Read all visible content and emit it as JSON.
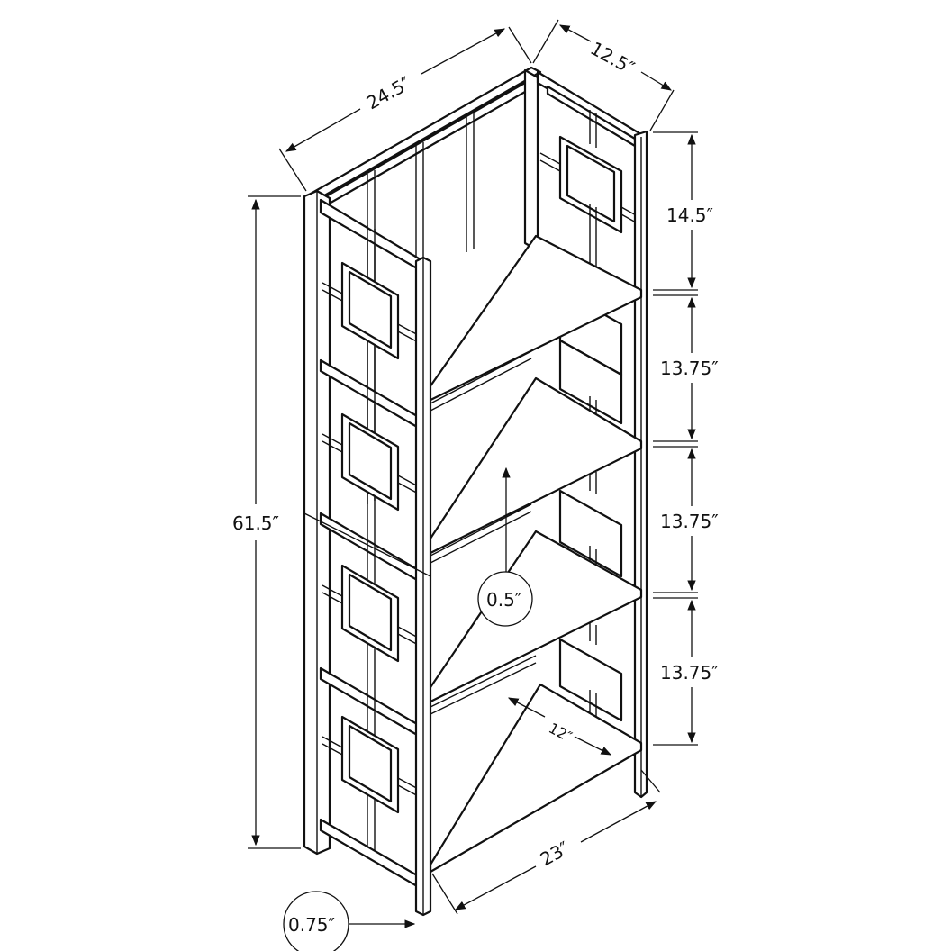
{
  "diagram": {
    "type": "product-dimension-drawing",
    "subject": "4-tier bookcase with square lattice side panels",
    "dimensions": {
      "width_top": "24.5″",
      "depth_top": "12.5″",
      "overall_height": "61.5″",
      "top_tier_height": "14.5″",
      "tier_2_height": "13.75″",
      "tier_3_height": "13.75″",
      "tier_4_height": "13.75″",
      "shelf_thickness": "0.5″",
      "leg_thickness": "0.75″",
      "shelf_depth": "12″",
      "shelf_width": "23″"
    }
  }
}
